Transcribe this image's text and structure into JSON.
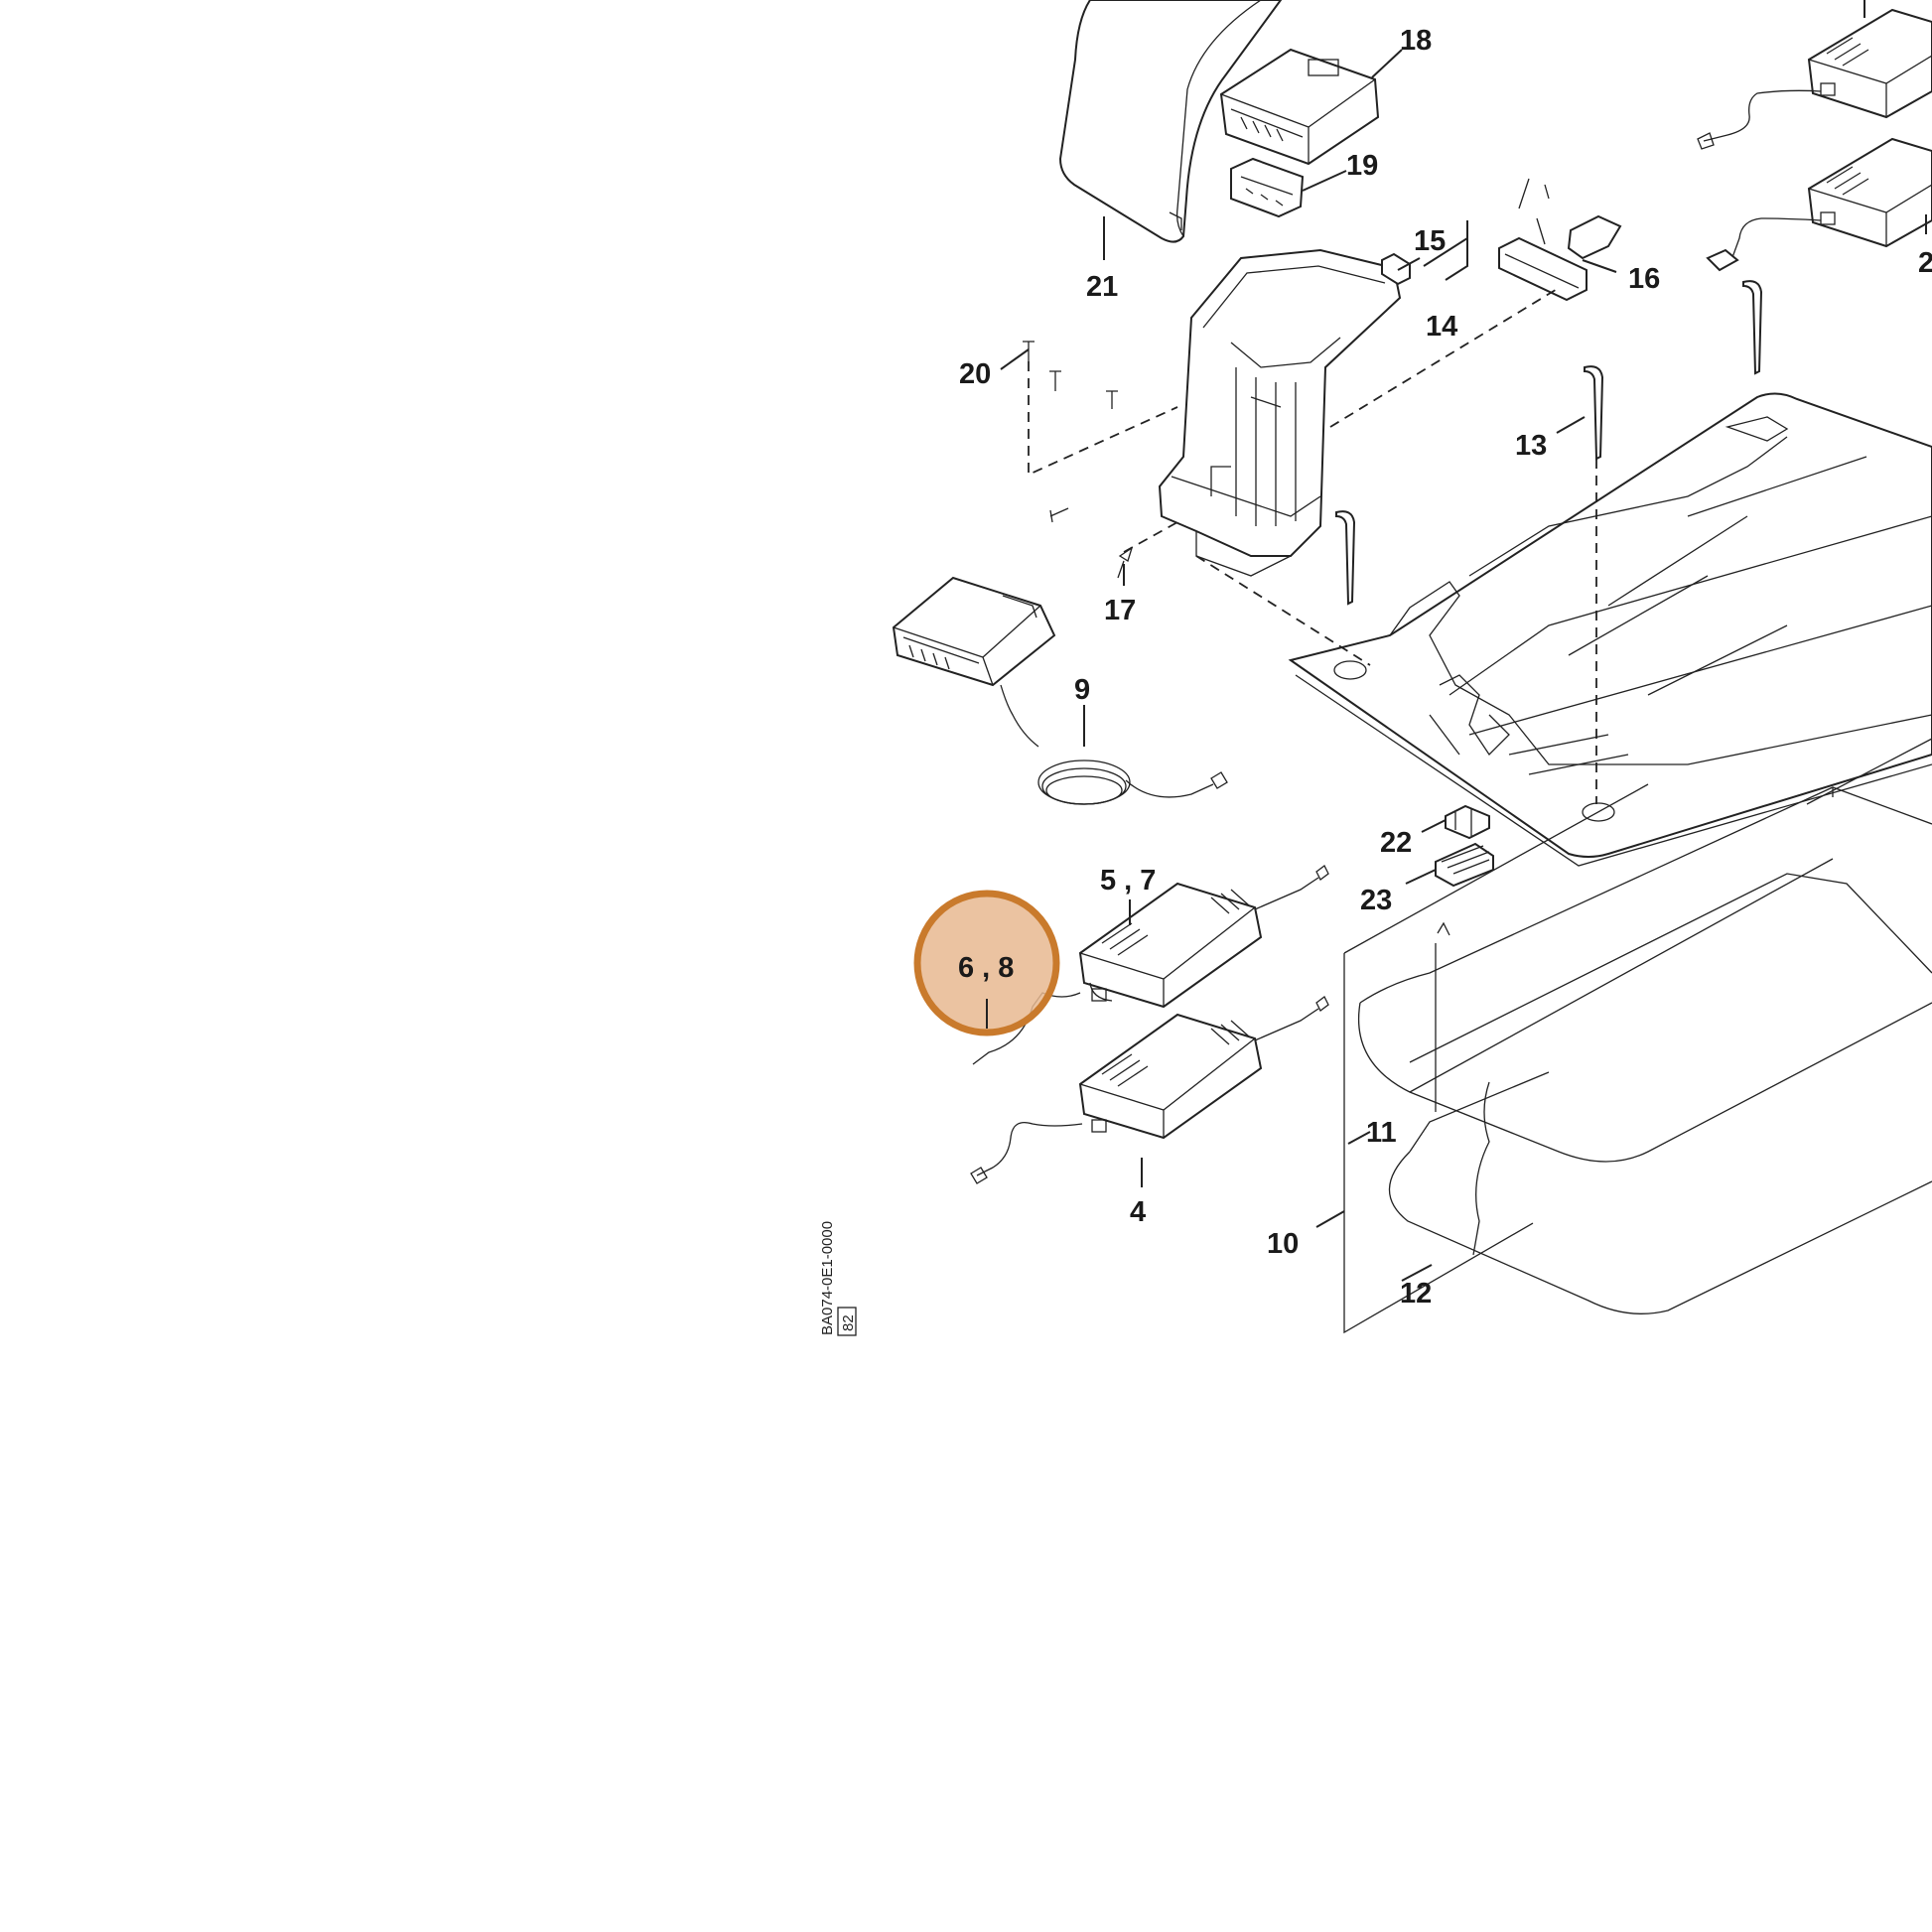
{
  "diagram": {
    "doc_code": "BA074-0E1-0000",
    "doc_box": "82",
    "highlight": {
      "label": "6 , 8",
      "color": "#c97a2c",
      "fill": "#e8b990"
    },
    "labels": [
      {
        "id": "18",
        "text": "18"
      },
      {
        "id": "19",
        "text": "19"
      },
      {
        "id": "21",
        "text": "21"
      },
      {
        "id": "15",
        "text": "15"
      },
      {
        "id": "16",
        "text": "16"
      },
      {
        "id": "14",
        "text": "14"
      },
      {
        "id": "20",
        "text": "20"
      },
      {
        "id": "13",
        "text": "13"
      },
      {
        "id": "17",
        "text": "17"
      },
      {
        "id": "9",
        "text": "9"
      },
      {
        "id": "5-7",
        "text": "5 , 7"
      },
      {
        "id": "22",
        "text": "22"
      },
      {
        "id": "23",
        "text": "23"
      },
      {
        "id": "11",
        "text": "11"
      },
      {
        "id": "4",
        "text": "4"
      },
      {
        "id": "10",
        "text": "10"
      },
      {
        "id": "12",
        "text": "12"
      },
      {
        "id": "2-cut",
        "text": "2"
      }
    ]
  }
}
